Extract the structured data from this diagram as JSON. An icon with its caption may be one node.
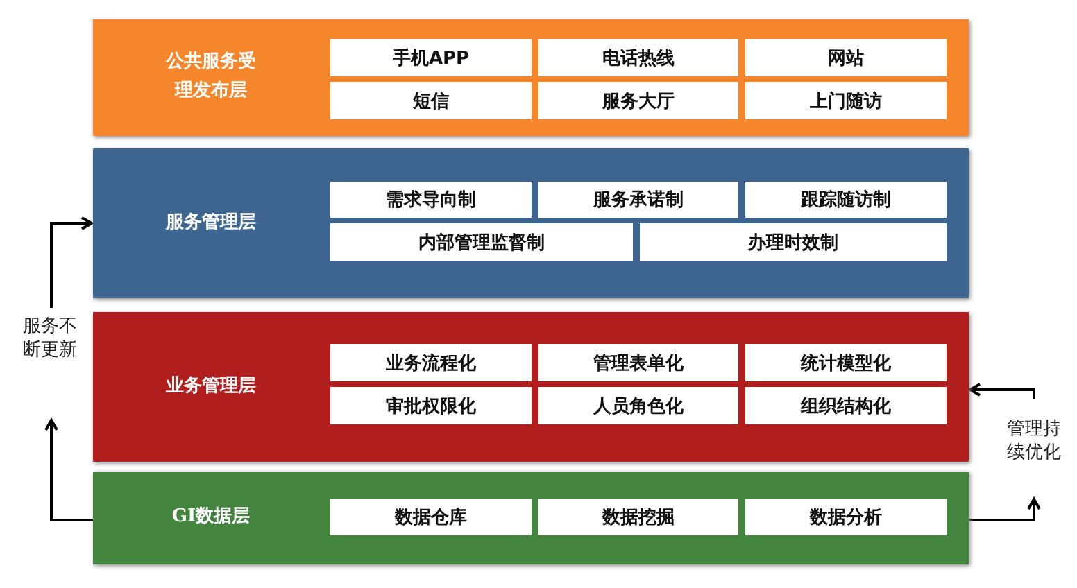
{
  "diagram": {
    "nodes": [
      {
        "text": [
          "公共服务受理发布层"
        ]
      },
      {
        "text": [
          "手机APP"
        ],
        "in": 0
      },
      {
        "text": [
          "电话热线"
        ],
        "in": 0
      },
      {
        "text": [
          "网站"
        ],
        "in": 0
      },
      {
        "text": [
          "短信"
        ],
        "in": 0
      },
      {
        "text": [
          "服务大厅"
        ],
        "in": 0
      },
      {
        "text": [
          "上门随访"
        ],
        "in": 0
      },
      {
        "text": [
          "服务管理层"
        ]
      },
      {
        "text": [
          "需求导向制"
        ],
        "in": 7
      },
      {
        "text": [
          "服务承诺制"
        ],
        "in": 7
      },
      {
        "text": [
          "跟踪随访制"
        ],
        "in": 7
      },
      {
        "text": [
          "内部管理监督制"
        ],
        "in": 7
      },
      {
        "text": [
          "办理时效制"
        ],
        "in": 7
      },
      {
        "text": [
          "业务管理层"
        ]
      },
      {
        "text": [
          "业务流程化"
        ],
        "in": 13
      },
      {
        "text": [
          "管理表单化"
        ],
        "in": 13
      },
      {
        "text": [
          "统计模型化"
        ],
        "in": 13
      },
      {
        "text": [
          "审批权限化"
        ],
        "in": 13
      },
      {
        "text": [
          "人员角色化"
        ],
        "in": 13
      },
      {
        "text": [
          "组织结构化"
        ],
        "in": 13
      },
      {
        "text": [
          "GI数据层"
        ]
      },
      {
        "text": [
          "数据仓库"
        ],
        "in": 20
      },
      {
        "text": [
          "数据挖掘"
        ],
        "in": 20
      },
      {
        "text": [
          "数据分析"
        ],
        "in": 20
      },
      {
        "text": [
          "服务不断更新"
        ]
      },
      {
        "text": [
          "管理持续优化"
        ]
      }
    ],
    "edges": [
      {
        "from": 20,
        "to": 24,
        "arrow": "to"
      },
      {
        "from": 24,
        "to": 7,
        "arrow": "to"
      },
      {
        "from": 20,
        "to": 25,
        "arrow": "to"
      },
      {
        "from": 25,
        "to": 13,
        "arrow": "to"
      }
    ]
  }
}
